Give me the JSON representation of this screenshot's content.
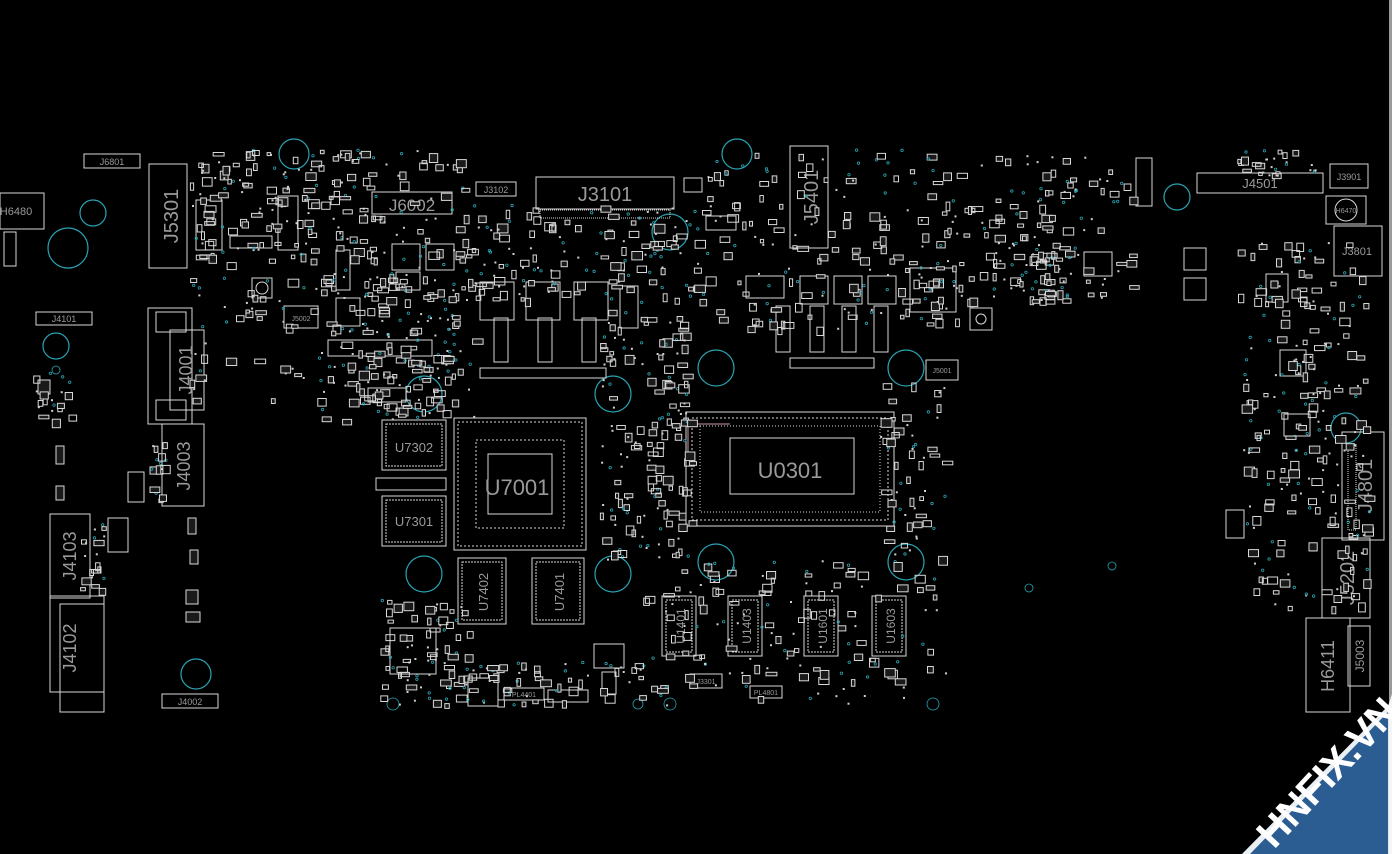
{
  "watermark": {
    "text": "HNFIX.VN",
    "color": "#2b5d93"
  },
  "colors": {
    "background": "#000000",
    "outline": "#d8d8d8",
    "label": "#9a9a9a",
    "hole": "#2aa3b3"
  },
  "components": {
    "J3101": "J3101",
    "J5401": "J5401",
    "J5301": "J5301",
    "J6002": "J6002",
    "J4501": "J4501",
    "U0301": "U0301",
    "U7001": "U7001",
    "U7302": "U7302",
    "U7301": "U7301",
    "U7402": "U7402",
    "U7401": "U7401",
    "U1401": "U1401",
    "U1403": "U1403",
    "U1601": "U1601",
    "U1603": "U1603",
    "J4001": "J4001",
    "J4003": "J4003",
    "J4103": "J4103",
    "J4102": "J4102",
    "J4801": "J4801",
    "J5202": "J5202",
    "H6411": "H6411",
    "J5003": "J5003",
    "J3801": "J3801",
    "J3901": "J3901",
    "J4101": "J4101",
    "J4002": "J4002",
    "J6801": "J6801",
    "J3102": "J3102",
    "J5002": "J5002",
    "J5001": "J5001",
    "J3301": "J3301",
    "H6480": "H6480",
    "H6470": "H6470",
    "PL4401": "PL4401",
    "PL4801": "PL4801"
  }
}
